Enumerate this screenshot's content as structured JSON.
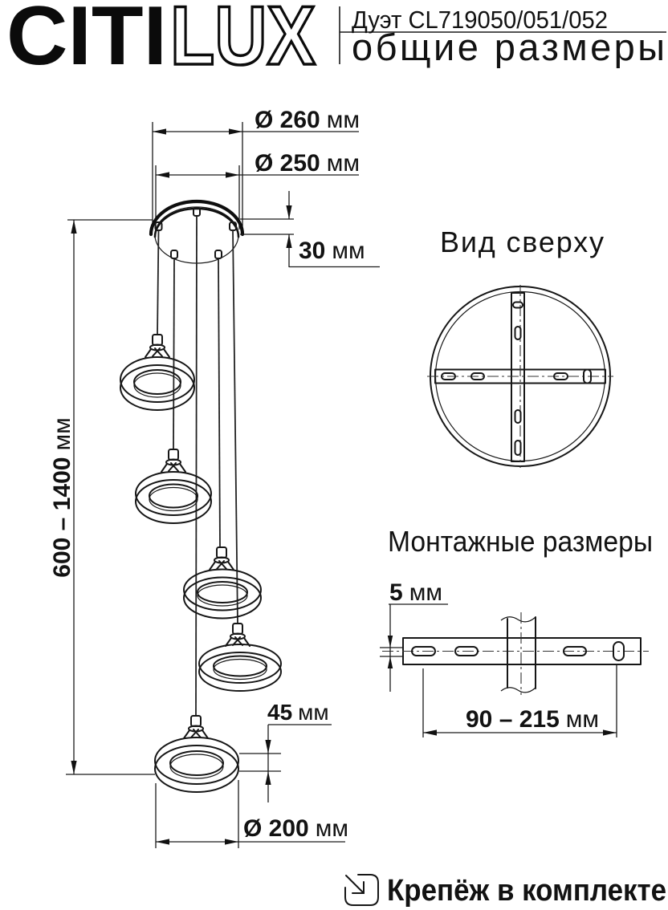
{
  "colors": {
    "ink": "#111111",
    "background": "#ffffff"
  },
  "header": {
    "logo_solid": "CITI",
    "logo_outline": "LUX",
    "model_line": "Дуэт CL719050/051/052",
    "subtitle": "общие размеры"
  },
  "sections": {
    "top_view_title": "Вид сверху",
    "mounting_title": "Монтажные размеры",
    "fasteners_note": "Крепёж в комплекте"
  },
  "dims": {
    "d260": {
      "value": "Ø 260",
      "unit": "мм"
    },
    "d250": {
      "value": "Ø 250",
      "unit": "мм"
    },
    "d30": {
      "value": "30",
      "unit": "мм"
    },
    "drop": {
      "value": "600 – 1400",
      "unit": "мм"
    },
    "d45": {
      "value": "45",
      "unit": "мм"
    },
    "d200": {
      "value": "Ø 200",
      "unit": "мм"
    },
    "slot": {
      "value": "5",
      "unit": "мм"
    },
    "span": {
      "value": "90 – 215",
      "unit": "мм"
    }
  },
  "icons": {
    "fasteners": "arrow-into-box"
  }
}
